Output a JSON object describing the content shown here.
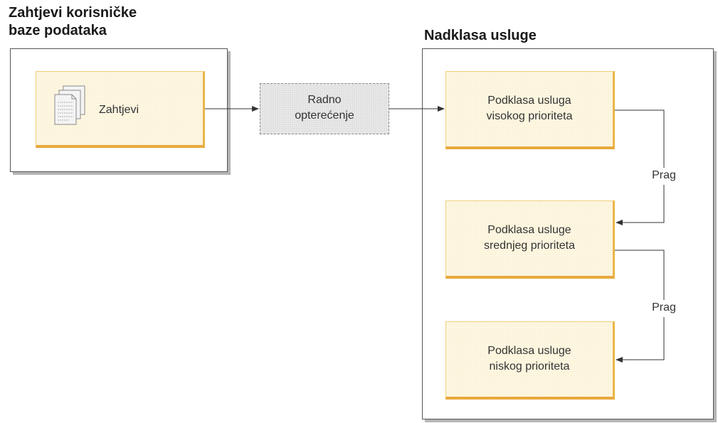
{
  "left_group": {
    "title_line1": "Zahtjevi korisničke",
    "title_line2": "baze podataka"
  },
  "requests_box": {
    "label": "Zahtjevi",
    "icon": "documents-icon"
  },
  "workload_box": {
    "label": "Radno\nopterećenje"
  },
  "right_group": {
    "title": "Nadklasa usluge"
  },
  "subclasses": [
    {
      "label": "Podklasa usluga\nvisokog prioriteta"
    },
    {
      "label": "Podklasa usluge\nsrednjeg prioriteta"
    },
    {
      "label": "Podklasa usluge\nniskog prioriteta"
    }
  ],
  "thresholds": [
    {
      "label": "Prag"
    },
    {
      "label": "Prag"
    }
  ],
  "colors": {
    "box_fill": "#fbf0cf",
    "box_border": "#e7a93d",
    "workload_fill": "#dcdcdc",
    "line": "#333333"
  }
}
